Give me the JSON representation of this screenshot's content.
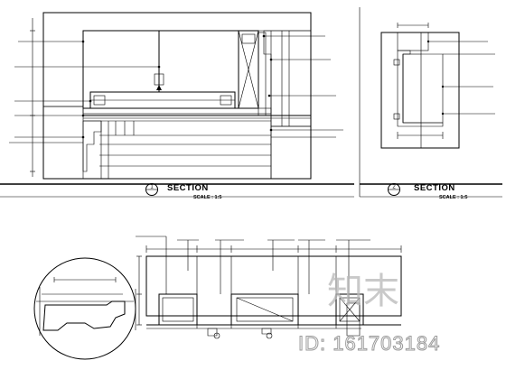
{
  "sections": [
    {
      "title": "SECTION",
      "scale": "SCALE : 1:5",
      "bubble": "1"
    },
    {
      "title": "SECTION",
      "scale": "SCALE : 1:5",
      "bubble": "2"
    }
  ],
  "watermark": {
    "brand": "知末",
    "id": "ID: 161703184"
  }
}
